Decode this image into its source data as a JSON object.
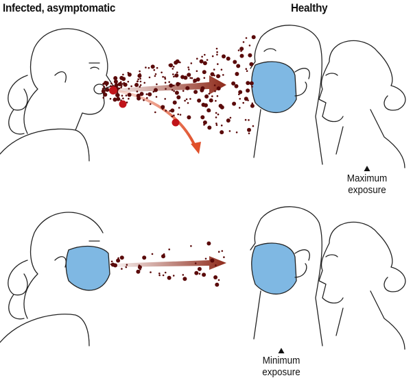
{
  "labels": {
    "infected": "Infected, asymptomatic",
    "healthy": "Healthy",
    "maximum": "Maximum exposure",
    "minimum": "Minimum exposure"
  },
  "colors": {
    "droplet": "#5a0a0a",
    "large_droplet": "#c0141a",
    "arrow_main": "#8e2a1a",
    "arrow_fall": "#e0502a",
    "mask": "#7fb8e3"
  }
}
